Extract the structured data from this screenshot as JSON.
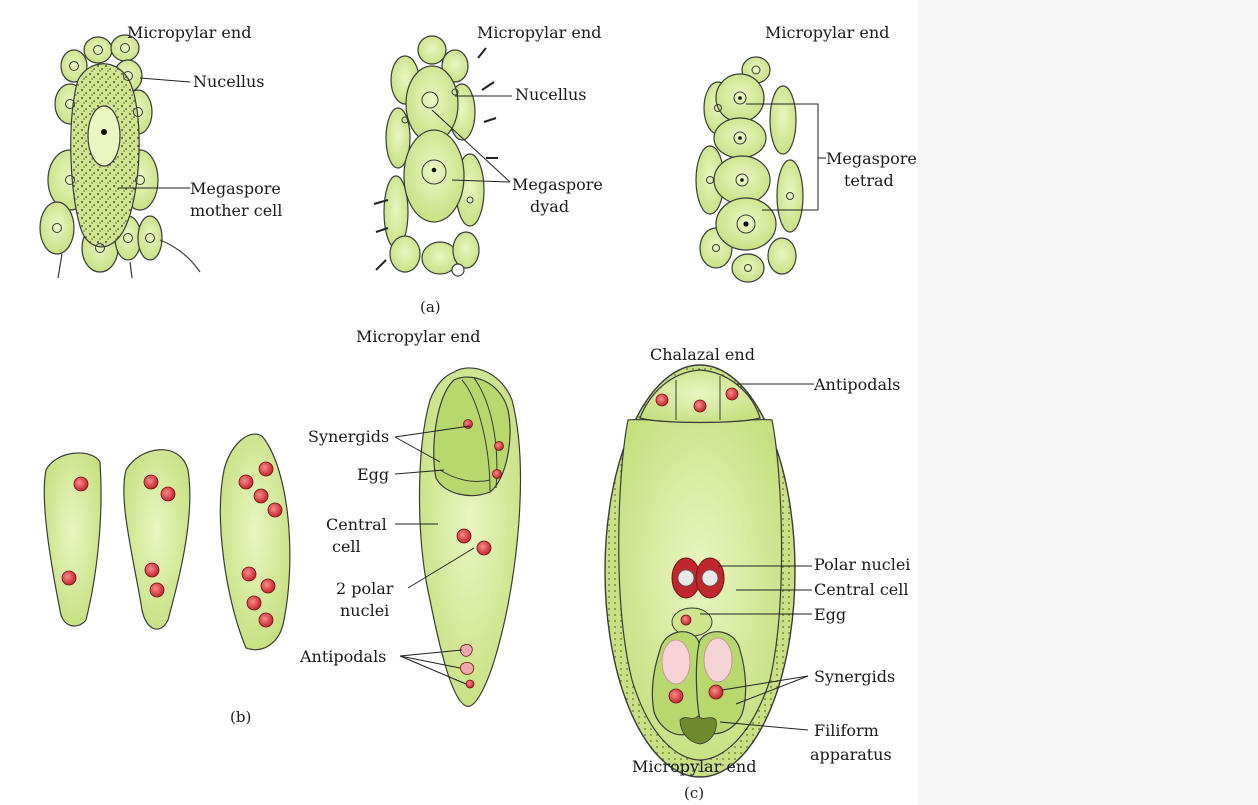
{
  "colors": {
    "cell_fill": "#d7ec9f",
    "cell_fill_dark": "#b7d86c",
    "outline": "#3b3b3b",
    "nucleus_red": "#c0272d",
    "nucleus_pink": "#f2c1c6",
    "dot_fill": "#e65a5a",
    "background": "#ffffff",
    "side_pane": "#f6f6f6"
  },
  "panel_a": {
    "caption": "(a)",
    "fig1": {
      "end_label": "Micropylar end",
      "nucellus": "Nucellus",
      "mmc_line1": "Megaspore",
      "mmc_line2": "mother cell"
    },
    "fig2": {
      "end_label": "Micropylar end",
      "nucellus": "Nucellus",
      "dyad_line1": "Megaspore",
      "dyad_line2": "dyad"
    },
    "fig3": {
      "end_label": "Micropylar end",
      "tetrad_line1": "Megaspore",
      "tetrad_line2": "tetrad"
    }
  },
  "panel_b": {
    "caption": "(b)",
    "end_label": "Micropylar end",
    "synergids": "Synergids",
    "egg": "Egg",
    "central_line1": "Central",
    "central_line2": "cell",
    "polar_line1": "2 polar",
    "polar_line2": "nuclei",
    "antipodals": "Antipodals"
  },
  "panel_c": {
    "caption": "(c)",
    "chalazal": "Chalazal end",
    "antipodals": "Antipodals",
    "polar": "Polar nuclei",
    "central": "Central cell",
    "egg": "Egg",
    "synergids": "Synergids",
    "filiform_line1": "Filiform",
    "filiform_line2": "apparatus",
    "micropylar": "Micropylar end"
  }
}
